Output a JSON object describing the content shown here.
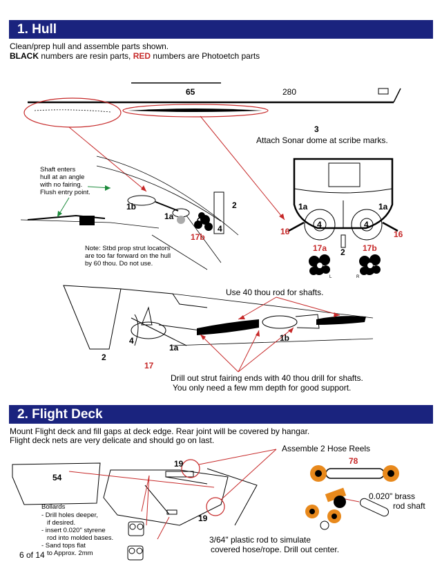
{
  "section1": {
    "title": "1. Hull",
    "intro_line1": "Clean/prep hull and assemble parts shown.",
    "intro_black": "BLACK",
    "intro_mid": " numbers are resin parts, ",
    "intro_red": "RED",
    "intro_end": " numbers are Photoetch parts",
    "hull_numbers": [
      "65",
      "280"
    ],
    "sonar_part": "3",
    "sonar_note": "Attach Sonar dome at scribe marks.",
    "shaft_note": [
      "Shaft enters",
      "hull at an angle",
      "with no fairing.",
      "Flush entry point."
    ],
    "stbd_note": [
      "Note: Stbd prop strut locators",
      "are too far forward on the hull",
      "by 60 thou. Do not use."
    ],
    "rod_note": "Use 40 thou rod for shafts.",
    "drill_note_1": "Drill out strut fairing ends with 40 thou drill for shafts.",
    "drill_note_2": "You only need a few mm depth for good support.",
    "labels": {
      "p1b": "1b",
      "p1a": "1a",
      "p2": "2",
      "p4": "4",
      "p17b": "17b",
      "p16": "16",
      "p17a": "17a",
      "p17": "17",
      "p_l": "L",
      "p_r": "R"
    }
  },
  "section2": {
    "title": "2. Flight Deck",
    "intro_line1": "Mount Flight deck and fill gaps at deck edge. Rear joint will be covered by hangar.",
    "intro_line2": "Flight deck nets are very delicate and should go on last.",
    "deck_part": "54",
    "part19": "19",
    "hose_note": "Assemble 2 Hose Reels",
    "part78": "78",
    "brass_note": [
      "0.020\" brass",
      "rod shaft"
    ],
    "bollards_note": [
      "Bollards",
      "- Drill holes deeper,",
      "if desired.",
      "- insert 0.020\" styrene",
      "rod into molded bases.",
      "- Sand tops flat",
      "to Approx. 2mm"
    ],
    "plastic_note_1": "3/64\" plastic rod to simulate",
    "plastic_note_2": "covered hose/rope. Drill out center."
  },
  "footer": {
    "page": "6 of 14"
  },
  "colors": {
    "header_bg": "#1a237e",
    "red": "#c62828",
    "orange": "#e8891c"
  }
}
